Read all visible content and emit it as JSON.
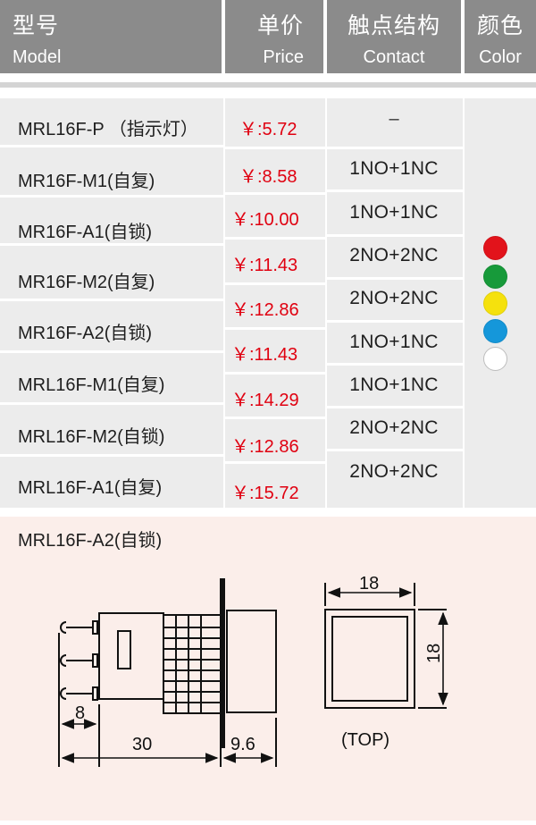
{
  "header": {
    "model": {
      "cn": "型号",
      "en": "Model"
    },
    "price": {
      "cn": "单价",
      "en": "Price"
    },
    "contact": {
      "cn": "触点结构",
      "en": "Contact"
    },
    "color": {
      "cn": "颜色",
      "en": "Color"
    }
  },
  "models": [
    "MRL16F-P （指示灯）",
    "MR16F-M1(自复)",
    "MR16F-A1(自锁)",
    "MR16F-M2(自复)",
    "MR16F-A2(自锁)",
    "MRL16F-M1(自复)",
    "MRL16F-M2(自锁)",
    "MRL16F-A1(自复)"
  ],
  "prices": [
    "￥:5.72",
    "￥:8.58",
    "￥:10.00",
    "￥:11.43",
    "￥:12.86",
    "￥:11.43",
    "￥:14.29",
    "￥:12.86",
    "￥:15.72"
  ],
  "contacts": [
    "–",
    "1NO+1NC",
    "1NO+1NC",
    "2NO+2NC",
    "2NO+2NC",
    "1NO+1NC",
    "1NO+1NC",
    "2NO+2NC",
    "2NO+2NC"
  ],
  "colors": [
    {
      "name": "red",
      "hex": "#e2131b"
    },
    {
      "name": "green",
      "hex": "#179a3a"
    },
    {
      "name": "yellow",
      "hex": "#f5e10d"
    },
    {
      "name": "blue",
      "hex": "#1597da"
    },
    {
      "name": "white",
      "hex": "#ffffff"
    }
  ],
  "panel": {
    "model": "MRL16F-A2(自锁)",
    "dims": {
      "top_width": "18",
      "top_height": "18",
      "top_label": "(TOP)",
      "pin_offset": "8",
      "body_length": "30",
      "cap_length": "9.6"
    }
  }
}
